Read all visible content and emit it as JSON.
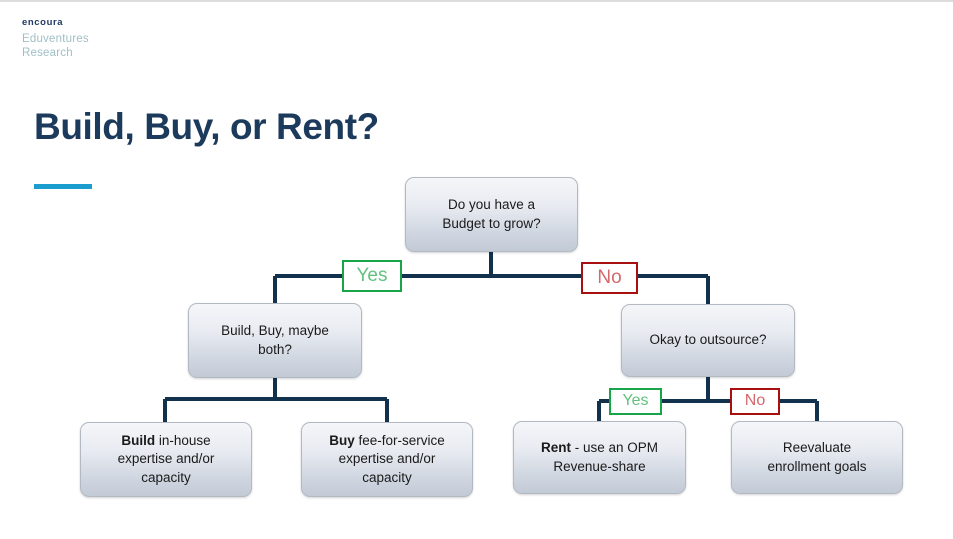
{
  "brand": {
    "logo_top": "encoura",
    "logo_line1": "Eduventures",
    "logo_line2": "Research",
    "accent_color": "#1b9dd0",
    "title_color": "#1b3a5c"
  },
  "slide": {
    "title": "Build, Buy, or Rent?"
  },
  "chart_data": {
    "type": "flowchart",
    "title": "Build, Buy, or Rent?",
    "nodes": [
      {
        "id": "root",
        "label": "Do you have a\nBudget to grow?",
        "line1": "Do you have a",
        "line2": "Budget to grow?",
        "level": 0
      },
      {
        "id": "bbm",
        "label": "Build, Buy, maybe\nboth?",
        "line1": "Build, Buy, maybe",
        "line2": "both?",
        "level": 1
      },
      {
        "id": "outsource",
        "label": "Okay to outsource?",
        "line1": "Okay to outsource?",
        "line2": "",
        "level": 1
      },
      {
        "id": "build",
        "label": "Build in-house expertise and/or capacity",
        "lead": "Build",
        "rest": " in-house",
        "line2": "expertise and/or",
        "line3": "capacity",
        "level": 2
      },
      {
        "id": "buy",
        "label": "Buy fee-for-service expertise and/or capacity",
        "lead": "Buy",
        "rest": " fee-for-service",
        "line2": "expertise and/or",
        "line3": "capacity",
        "level": 2
      },
      {
        "id": "rent",
        "label": "Rent - use an OPM Revenue-share",
        "lead": "Rent",
        "rest": " - use an OPM",
        "line2": "Revenue-share",
        "line3": "",
        "level": 2
      },
      {
        "id": "reevaluate",
        "label": "Reevaluate enrollment goals",
        "line1": "Reevaluate",
        "line2": "enrollment goals",
        "level": 2
      }
    ],
    "edges": [
      {
        "from": "root",
        "to": "bbm",
        "label": "Yes"
      },
      {
        "from": "root",
        "to": "outsource",
        "label": "No"
      },
      {
        "from": "bbm",
        "to": "build",
        "label": ""
      },
      {
        "from": "bbm",
        "to": "buy",
        "label": ""
      },
      {
        "from": "outsource",
        "to": "rent",
        "label": "Yes"
      },
      {
        "from": "outsource",
        "to": "reevaluate",
        "label": "No"
      }
    ],
    "branch_labels": {
      "yes_top": "Yes",
      "no_top": "No",
      "yes_right": "Yes",
      "no_right": "No"
    },
    "colors": {
      "yes_border": "#19a44a",
      "yes_text": "#62c27e",
      "no_border": "#a80f0f",
      "no_text": "#d4696b",
      "connector": "#12314d",
      "node_border": "#b3b9c2"
    }
  }
}
